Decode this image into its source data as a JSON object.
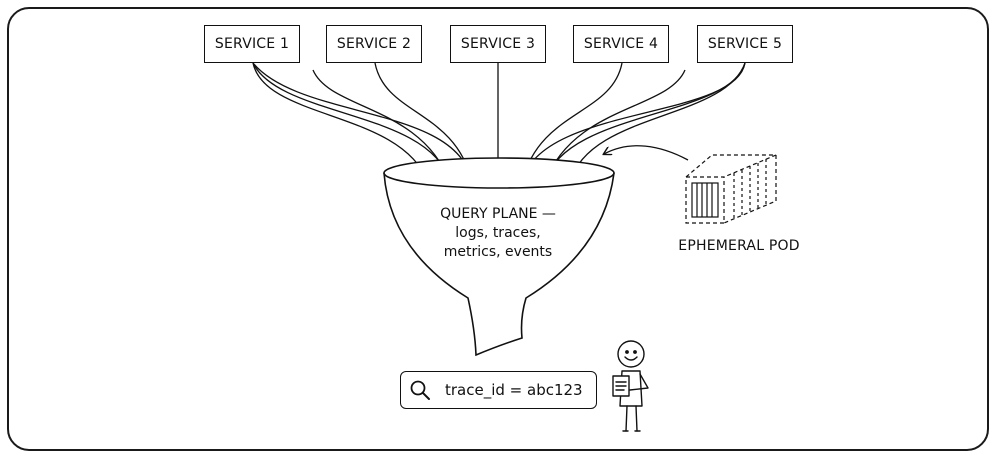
{
  "services": [
    {
      "label": "SERVICE 1"
    },
    {
      "label": "SERVICE 2"
    },
    {
      "label": "SERVICE 3"
    },
    {
      "label": "SERVICE 4"
    },
    {
      "label": "SERVICE 5"
    }
  ],
  "funnel": {
    "line1": "QUERY PLANE —",
    "line2": "logs, traces,",
    "line3": "metrics, events"
  },
  "pod": {
    "label": "EPHEMERAL POD",
    "icon": "shipping-container-icon"
  },
  "search": {
    "icon": "search-icon",
    "query": "trace_id = abc123"
  },
  "person": {
    "icon": "person-with-clipboard-icon"
  }
}
